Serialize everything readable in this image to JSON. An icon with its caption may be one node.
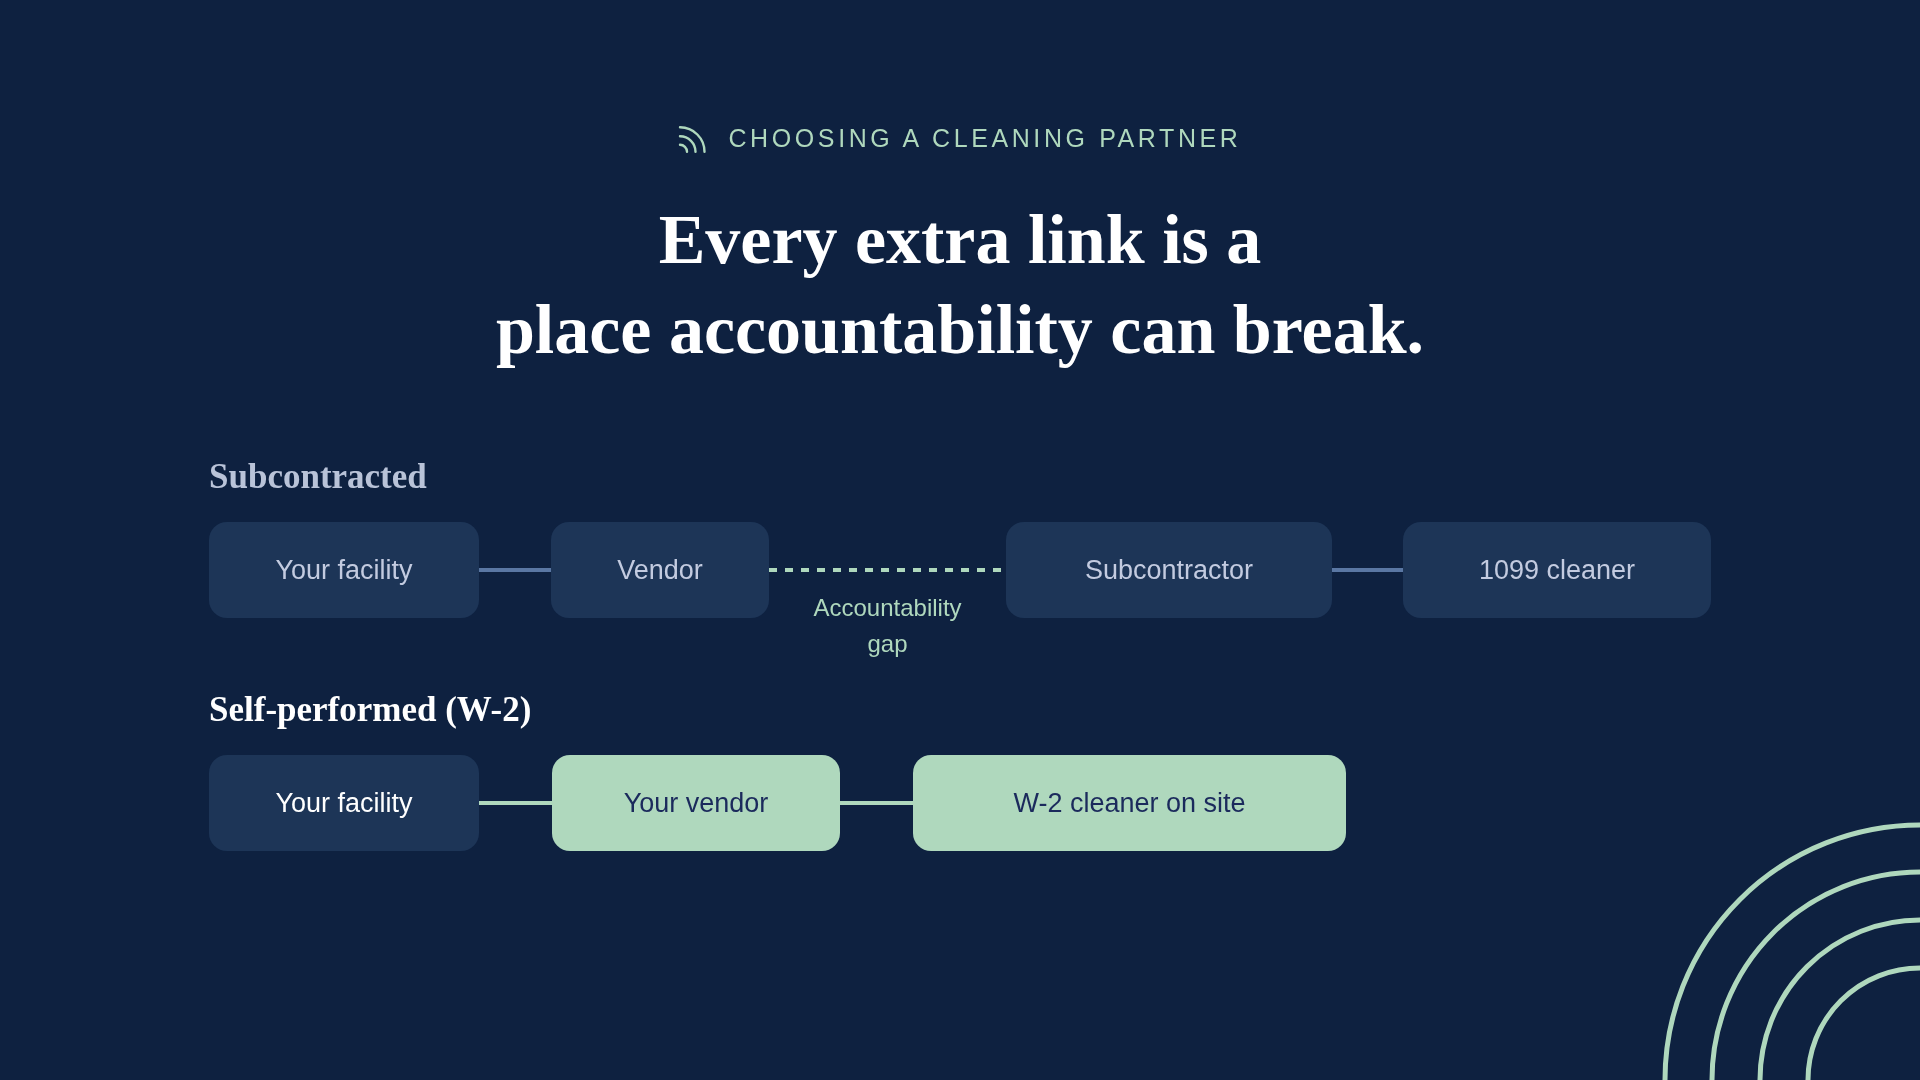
{
  "diagram": {
    "title": "Every extra link is a place accountability can break.",
    "nodes": [
      {
        "text": [
          "Your facility"
        ]
      },
      {
        "text": [
          "Vendor"
        ]
      },
      {
        "text": [
          "Subcontractor"
        ]
      },
      {
        "text": [
          "1099 cleaner"
        ]
      },
      {
        "text": [
          "Your facility"
        ]
      },
      {
        "text": [
          "Your vendor"
        ]
      },
      {
        "text": [
          "W-2 cleaner on site"
        ]
      }
    ],
    "edges": [
      {
        "from": 0,
        "to": 1,
        "arrow": "none",
        "color": "#5a77a3"
      },
      {
        "from": 1,
        "to": 2,
        "arrow": "none",
        "label": "Accountability gap",
        "style": "dashed"
      },
      {
        "from": 2,
        "to": 3,
        "arrow": "none",
        "color": "#5a77a3"
      },
      {
        "from": 4,
        "to": 5,
        "arrow": "none"
      },
      {
        "from": 5,
        "to": 6,
        "arrow": "none"
      }
    ],
    "labels": [
      "CHOOSING A CLEANING PARTNER",
      "Subcontracted",
      "Self-performed (W-2)"
    ]
  }
}
